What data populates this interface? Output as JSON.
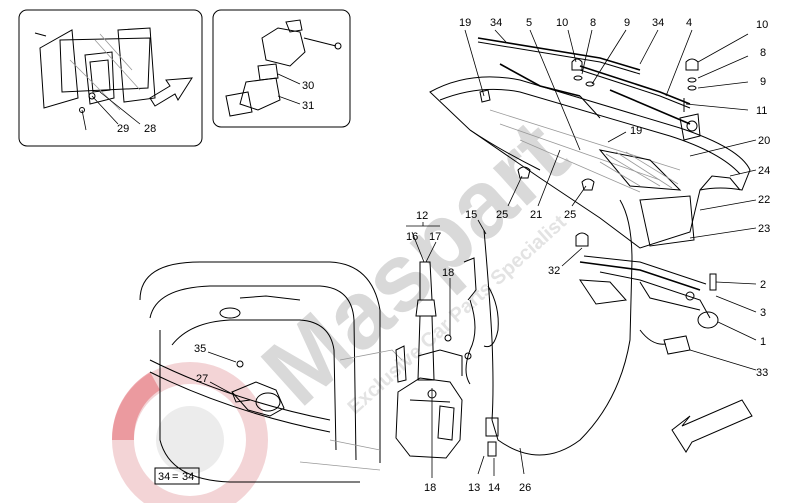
{
  "watermark": {
    "brand": "Maspart",
    "tagline": "Exclusive Car Parts Specialist",
    "color": "#d9d9d9",
    "accent": "#e46a72"
  },
  "callouts": {
    "c10a": "10",
    "c8a": "8",
    "c9a": "9",
    "c34a": "34",
    "c34b": "34",
    "c19a": "19",
    "c5": "5",
    "c4": "4",
    "c10b": "10",
    "c8b": "8",
    "c9b": "9",
    "c11": "11",
    "c19b": "19",
    "c20": "20",
    "c24": "24",
    "c22": "22",
    "c23": "23",
    "c25a": "25",
    "c21": "21",
    "c25b": "25",
    "c15": "15",
    "c12": "12",
    "c16": "16",
    "c17": "17",
    "c18a": "18",
    "c32": "32",
    "c2": "2",
    "c3": "3",
    "c1": "1",
    "c33": "33",
    "c35": "35",
    "c27": "27",
    "c18b": "18",
    "c13": "13",
    "c14": "14",
    "c26": "26",
    "c29": "29",
    "c28": "28",
    "c30": "30",
    "c31": "31"
  },
  "legend": {
    "left": "34",
    "symbol": "=",
    "right": "34"
  }
}
